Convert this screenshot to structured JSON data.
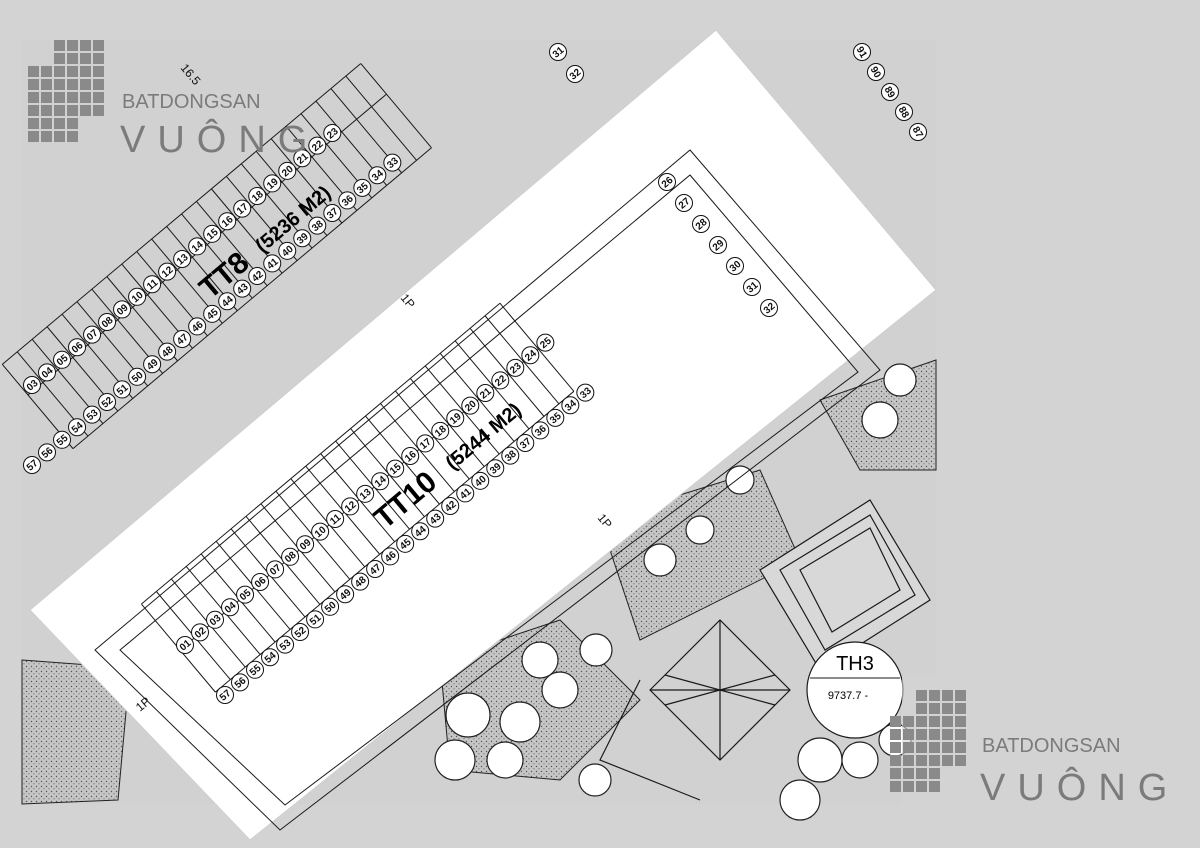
{
  "blocks": {
    "tt8": {
      "name": "TT8",
      "area": "(5236 M2)",
      "lots_top": [
        "03",
        "04",
        "05",
        "06",
        "07",
        "08",
        "09",
        "10",
        "11",
        "12",
        "13",
        "14",
        "15",
        "16",
        "17",
        "18",
        "19",
        "20",
        "21",
        "22",
        "23"
      ],
      "lots_mid": [
        "57",
        "56",
        "55",
        "54",
        "53",
        "52",
        "51",
        "50",
        "49",
        "48",
        "47",
        "46",
        "45",
        "44",
        "43",
        "42",
        "41",
        "40",
        "39",
        "38",
        "37",
        "36",
        "35",
        "34",
        "33"
      ],
      "lots_corner": [
        "31",
        "32"
      ]
    },
    "tt10": {
      "name": "TT10",
      "area": "(5244 M2)",
      "lots_top": [
        "01",
        "02",
        "03",
        "04",
        "05",
        "06",
        "07",
        "08",
        "09",
        "10",
        "11",
        "12",
        "13",
        "14",
        "15",
        "16",
        "17",
        "18",
        "19",
        "20",
        "21",
        "22",
        "23",
        "24",
        "25"
      ],
      "lots_bottom": [
        "57",
        "56",
        "55",
        "54",
        "53",
        "52",
        "51",
        "50",
        "49",
        "48",
        "47",
        "46",
        "45",
        "44",
        "43",
        "42",
        "41",
        "40",
        "39",
        "38",
        "37",
        "36",
        "35",
        "34",
        "33"
      ],
      "lots_end": [
        "26",
        "27",
        "28",
        "29",
        "30",
        "31",
        "32"
      ]
    },
    "th3": {
      "name": "TH3",
      "value": "9737.7 -"
    }
  },
  "neighbor_lots": [
    "91",
    "90",
    "89",
    "88",
    "87"
  ],
  "dimensions": {
    "road_top": "16.5",
    "setback": "1P"
  },
  "watermark": {
    "line1": "BATDONGSAN",
    "line2": "VUÔNG"
  },
  "colors": {
    "background": "#d3d3d3",
    "highlight": "#ffffff",
    "line": "#1a1a1a",
    "tree_fill": "#b5b5b5",
    "watermark": "#7b7b7b"
  }
}
